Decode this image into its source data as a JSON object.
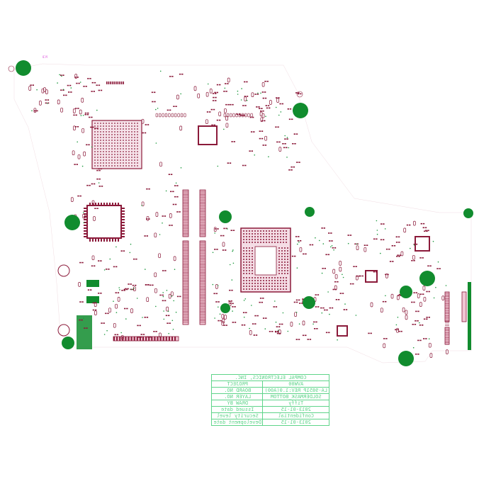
{
  "title_block": {
    "company": "COMPAL ELECTRONICS, INC.",
    "rows": [
      {
        "label": "PROJECT",
        "value": "AVW00"
      },
      {
        "label": "BOARD NO.",
        "value": "LA-9851P REV:1.0(A00)"
      },
      {
        "label": "LAYER NO.",
        "value": "SOLDERMASK_BOTTOM"
      },
      {
        "label": "DRAW BY",
        "value": "Tiffy"
      },
      {
        "label": "Issued date",
        "value": "2013-01-15"
      },
      {
        "label": "Security level",
        "value": "Confidential"
      },
      {
        "label": "Development date",
        "value": "2013-01-15"
      }
    ]
  },
  "corner_label": "PCB",
  "colors": {
    "component": "#8b1a3a",
    "mounting_hole": "#118c2e",
    "title_block": "#5fd48a",
    "via": "#1f9a3f",
    "label": "#e066e0"
  }
}
